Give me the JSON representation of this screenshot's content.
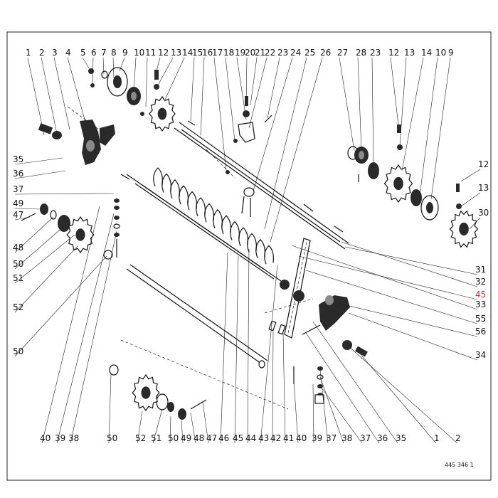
{
  "diagram": {
    "top_labels": [
      "1",
      "2",
      "3",
      "4",
      "5",
      "6",
      "7",
      "8",
      "9",
      "10",
      "11",
      "12",
      "13",
      "14",
      "15",
      "16",
      "17",
      "18",
      "19",
      "20",
      "21",
      "22",
      "23",
      "24",
      "25",
      "26",
      "27",
      "28",
      "23",
      "12",
      "13",
      "14",
      "10",
      "9"
    ],
    "bottom_labels": [
      "40",
      "39",
      "38",
      "50",
      "52",
      "51",
      "50",
      "49",
      "48",
      "47",
      "46",
      "45",
      "44",
      "43",
      "42",
      "41",
      "40",
      "39",
      "37",
      "38",
      "37",
      "36",
      "35",
      "1",
      "2"
    ],
    "left_labels": [
      "35",
      "36",
      "37",
      "49",
      "47",
      "48",
      "50",
      "51",
      "52",
      "50"
    ],
    "right_labels": [
      "12",
      "13",
      "30",
      "31",
      "32",
      "45",
      "33",
      "55",
      "56",
      "34"
    ],
    "red_labels": [
      "45"
    ],
    "drawing_number": "445 346 1"
  }
}
